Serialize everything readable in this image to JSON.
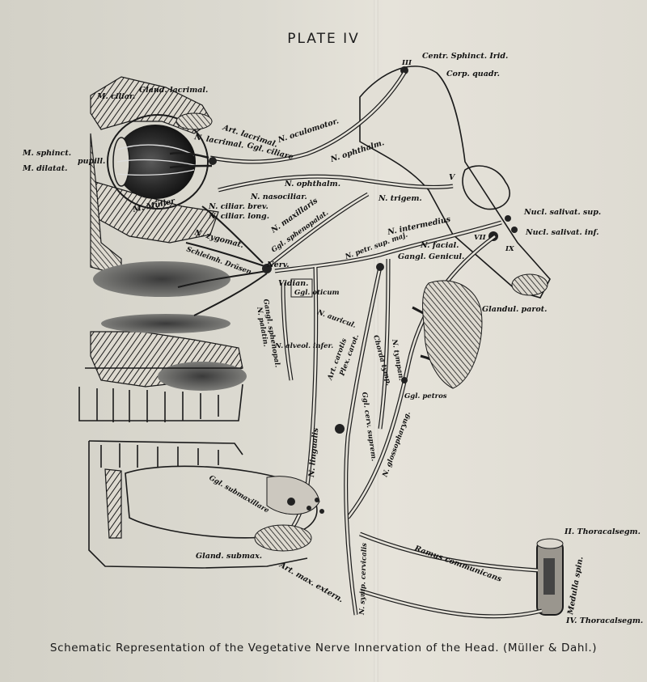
{
  "plate": {
    "title": "PLATE IV",
    "caption": "Schematic Representation of the Vegetative Nerve Innervation of the Head. (Müller & Dahl.)"
  },
  "labels": {
    "centr_sphinct_irid": "Centr. Sphinct. Irid.",
    "roman_iii": "III",
    "corp_quadr": "Corp. quadr.",
    "m_ciliar": "M. ciliar.",
    "gland_lacrimal": "Gland. lacrimal.",
    "art_lacrimal": "Art. lacrimal.",
    "n_lacrimal": "N. lacrimal.",
    "ggl_ciliare": "Ggl. ciliare",
    "n_oculomotor": "N. oculomotor.",
    "n_ophthalm": "N. ophthalm.",
    "m_sphinct": "M. sphinct.",
    "pupill": "pupill.",
    "m_dilatat": "M. dilatat.",
    "m_muller": "M. Müller",
    "n_nasociliar": "N. nasociliar.",
    "n_ciliar_brev": "N. ciliar. brev.",
    "n_ciliar_long": "N. ciliar. long.",
    "n_ophthalm_2": "N. ophthalm.",
    "n_maxillaris": "N. maxillaris",
    "n_trigem": "N. trigem.",
    "roman_v": "V",
    "n_zygomat": "N. zygomat.",
    "schleimh_druesen": "Schleimh. Drüsen",
    "ggl_sphenopalat": "Ggl. sphenopalat.",
    "nerv": "Nerv.",
    "vidian": "Vidian.",
    "ggl_oticum": "Ggl. oticum",
    "n_intermedius": "N. intermedius",
    "n_petr_sup_maj": "N. petr. sup. maj.",
    "n_facial": "N. facial.",
    "gangl_genicul": "Gangl. Genicul.",
    "nucl_salivat_sup": "Nucl. salivat. sup.",
    "nucl_salivat_inf": "Nucl. salivat. inf.",
    "roman_vii": "VII",
    "roman_ix": "IX",
    "gangl_sphenopal": "Gangl. sphenopal.",
    "n_palatin": "N. palatin.",
    "n_auricul": "N. auricul.",
    "n_alveol_infer": "N. alveol. infer.",
    "art_carotis": "Art. carotis",
    "plex_carot": "Plex. carot.",
    "chorda_tymp": "Chorda tymp.",
    "n_tympan": "N. tympan.",
    "gland_parot": "Glandul. parot.",
    "ggl_petros": "Ggl. petros",
    "ggl_cerv_suprem": "Ggl. cerv. suprem.",
    "n_glossopharyng": "N. glossopharyng.",
    "n_lingualis": "N. lingualis",
    "ggl_submaxillare": "Ggl. submaxillare",
    "n_symp_cervicalis": "N. symp. cervicalis",
    "ramus_communicans": "Ramus communicans",
    "gland_submax": "Gland. submax.",
    "art_max_extern": "Art. max. extern.",
    "ii_thoracalsegm": "II. Thoracalsegm.",
    "medulla_spin": "Medulla spin.",
    "iv_thoracalsegm": "IV. Thoracalsegm."
  },
  "icons": {
    "eye": "eyeball-illustration",
    "brainstem": "brainstem-illustration",
    "spinal_cord": "spinal-cord-segment-illustration"
  }
}
